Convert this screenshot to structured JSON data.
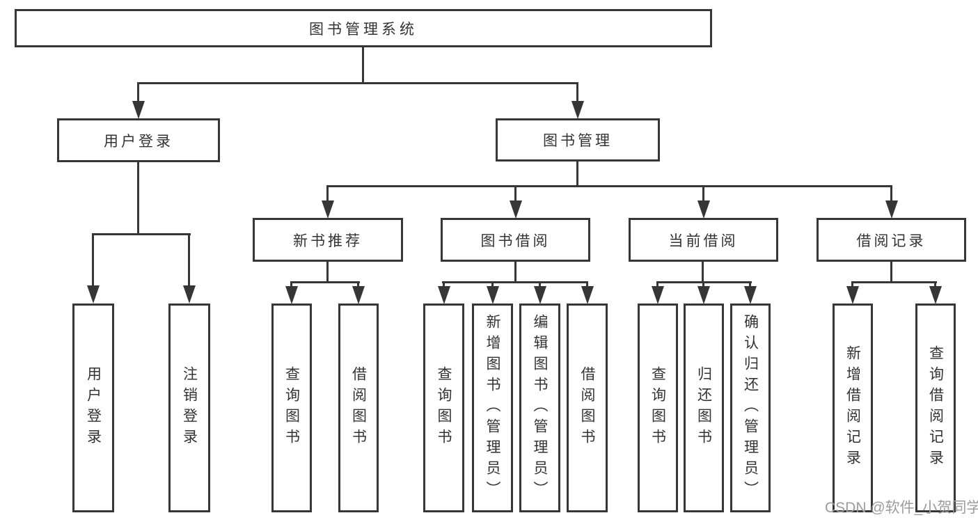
{
  "diagram": {
    "colors": {
      "line": "#363636",
      "text": "#333333",
      "watermark": "#9c9c9c",
      "background": "#ffffff"
    },
    "tree": {
      "root": {
        "label": "图书管理系统"
      },
      "branches": [
        {
          "label": "用户登录",
          "children": [
            "用户登录",
            "注销登录"
          ]
        },
        {
          "label": "图书管理",
          "sections": [
            {
              "label": "新书推荐",
              "children": [
                "查询图书",
                "借阅图书"
              ]
            },
            {
              "label": "图书借阅",
              "children": [
                "查询图书",
                "新增图书（管理员）",
                "编辑图书（管理员）",
                "借阅图书"
              ]
            },
            {
              "label": "当前借阅",
              "children": [
                "查询图书",
                "归还图书",
                "确认归还（管理员）"
              ]
            },
            {
              "label": "借阅记录",
              "children": [
                "新增借阅记录",
                "查询借阅记录"
              ]
            }
          ]
        }
      ]
    },
    "watermark": "CSDN @软件_小贺同学"
  }
}
